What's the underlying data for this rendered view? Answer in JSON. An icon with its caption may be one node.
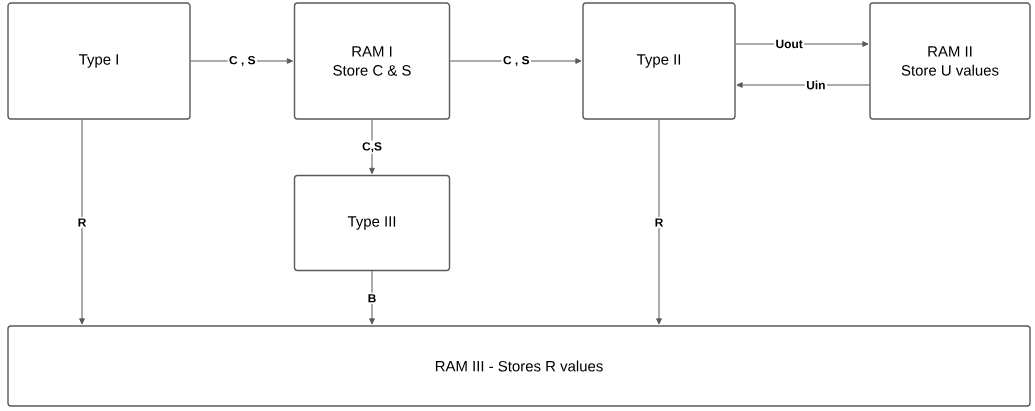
{
  "diagram": {
    "nodes": [
      {
        "text": [
          "Type I"
        ]
      },
      {
        "text": [
          "RAM I",
          "Store C & S"
        ]
      },
      {
        "text": [
          "Type II"
        ]
      },
      {
        "text": [
          "RAM II",
          "Store U values"
        ]
      },
      {
        "text": [
          "Type III"
        ]
      },
      {
        "text": [
          "RAM III - Stores R values"
        ]
      }
    ],
    "edges": [
      {
        "from": 0,
        "to": 1,
        "arrow": "to",
        "label": "C , S"
      },
      {
        "from": 1,
        "to": 2,
        "arrow": "to",
        "label": "C , S"
      },
      {
        "from": 2,
        "to": 3,
        "arrow": "to",
        "label": "Uout"
      },
      {
        "from": 3,
        "to": 2,
        "arrow": "to",
        "label": "Uin"
      },
      {
        "from": 1,
        "to": 4,
        "arrow": "to",
        "label": "C,S"
      },
      {
        "from": 0,
        "to": 5,
        "arrow": "to",
        "label": "R"
      },
      {
        "from": 4,
        "to": 5,
        "arrow": "to",
        "label": "B"
      },
      {
        "from": 2,
        "to": 5,
        "arrow": "to",
        "label": "R"
      }
    ]
  }
}
